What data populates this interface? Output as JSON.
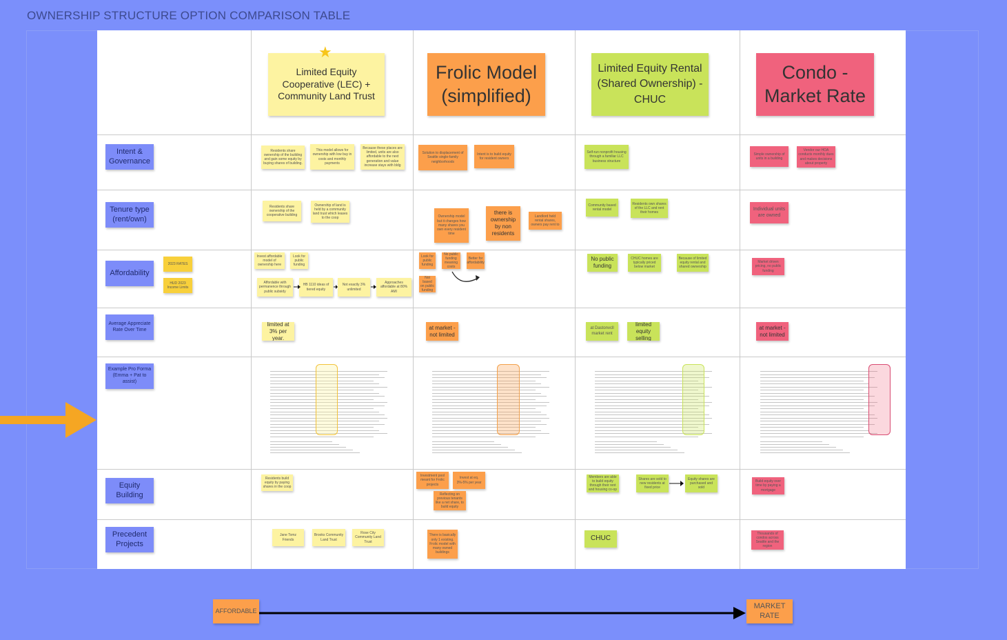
{
  "board_title": "OWNERSHIP STRUCTURE OPTION COMPARISON TABLE",
  "columns": [
    {
      "label": "Limited Equity Cooperative (LEC) + Community Land Trust",
      "color": "#fdf3a1"
    },
    {
      "label": "Frolic Model (simplified)",
      "color": "#fc9f4b"
    },
    {
      "label": "Limited Equity Rental (Shared Ownership) - CHUC",
      "color": "#c9e35a"
    },
    {
      "label": "Condo - Market Rate",
      "color": "#f0627d"
    }
  ],
  "rows": {
    "intent": "Intent & Governance",
    "tenure": "Tenure type (rent/own)",
    "affordability": "Affordability",
    "appreciation": "Average Appreciate Rate Over Time",
    "proforma": "Example Pro Forma (Emma + Pat to assist)",
    "equity": "Equity Building",
    "precedent": "Precedent Projects"
  },
  "notes": {
    "lec_intent_1": "Residents share ownership of the building and gain some equity by buying shares of building.",
    "lec_intent_2": "This model allows for ownership with low buy in costs and monthly payments",
    "lec_intent_3": "Because these places are limited, units are also affordable to the next generation and value increase stays with bldg",
    "frolic_intent_1": "Solution to displacement of Seattle single-family neighborhoods",
    "frolic_intent_2": "Intent is to build equity for resident owners",
    "chuc_intent_1": "Self-run nonprofit housing through a familiar LLC business structure",
    "condo_intent_1": "Simple ownership of units in a building",
    "condo_intent_2": "Vendor our HOA conducts monthly dues and makes decisions about property",
    "lec_tenure_1": "Residents share ownership of the cooperative building",
    "lec_tenure_2": "Ownership of land is held by a community land trust which leases to the coop",
    "frolic_tenure_1": "Ownership model but it changes how many shares you own every resident time",
    "frolic_tenure_2": "there is ownership by non residents",
    "frolic_tenure_3": "Landlord held rental shares, owners pay rent to",
    "chuc_tenure_1": "Community based rental model",
    "chuc_tenure_2": "Residents own shares of the LLC and rent their homes",
    "condo_tenure_1": "Individual units are owned",
    "lec_afford_1": "Invest affordable model of ownership here",
    "lec_afford_2": "Look for public funding",
    "lec_afford_3": "Affordable with permanence through public subsidy",
    "lec_afford_4": "HB 1110 ideas of tiered equity",
    "lec_afford_5": "Not exactly 3% unlimited",
    "lec_afford_6": "Approaches affordable at 80% AMI",
    "frolic_afford_1": "Look for public funding",
    "frolic_afford_2": "No public funding meaning costs",
    "frolic_afford_3": "Better for affordability",
    "frolic_afford_4": "Not based on public funding",
    "chuc_afford_1": "No public funding",
    "chuc_afford_2": "CHUC homes are typically priced below market",
    "chuc_afford_3": "Because of limited equity rental and shared ownership",
    "condo_afford_1": "Market driven pricing, no public funding",
    "badge_1": "2023 RATES",
    "badge_2": "HUD 2023 Income Limits",
    "lec_appr": "limited at 3% per year.",
    "frolic_appr": "at market - not limited",
    "chuc_appr_1": "at Dastonvcll market rent",
    "chuc_appr_2": "limited equity selling",
    "condo_appr": "at market - not limited",
    "lec_equity": "Residents build equity by paying shares in the coop",
    "frolic_equity_1": "Investment pool meant for Frolic projects",
    "frolic_equity_2": "Invest at eq. 3%-5% per year",
    "frolic_equity_3": "Reflecting on previous tenants like a net share, to build equity",
    "chuc_equity_1": "Members are able to build equity through their rent and housing co-op",
    "chuc_equity_2": "Shares are sold to new residents at fixed price",
    "chuc_equity_3": "Equity shares are purchased and sold",
    "condo_equity": "Build equity over time by paying a mortgage",
    "lec_prec_1": "Jane Tomz Friends",
    "lec_prec_2": "Brooks Community Land Trust",
    "lec_prec_3": "Rose City Community Land Trust",
    "frolic_prec": "There is basically only 1 existing. Frolic model with many owned buildings",
    "chuc_prec": "CHUC",
    "condo_prec": "Thousands of condos across Seattle and the region",
    "scale_left": "AFFORDABLE",
    "scale_right": "MARKET RATE"
  }
}
